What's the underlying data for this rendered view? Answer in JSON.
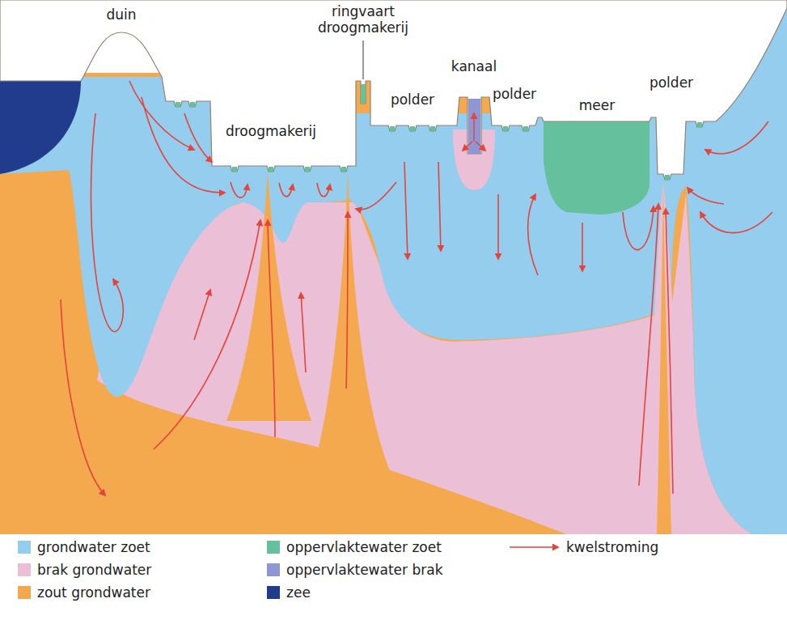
{
  "diagram": {
    "labels": [
      "duin",
      "droogmakerij",
      "ringvaart droogmakerij",
      "polder",
      "kanaal",
      "polder",
      "meer",
      "polder"
    ],
    "legend": [
      {
        "text": "grondwater zoet",
        "color": "#94cdee"
      },
      {
        "text": "oppervlaktewater zoet",
        "color": "#64c09d"
      },
      {
        "text": "kwelstroming"
      },
      {
        "text": "brak grondwater",
        "color": "#ebbfd6"
      },
      {
        "text": "oppervlaktewater brak",
        "color": "#8f96d3"
      },
      {
        "text": "zout grondwater",
        "color": "#f4a94e"
      },
      {
        "text": "zee",
        "color": "#213c8c"
      }
    ]
  }
}
